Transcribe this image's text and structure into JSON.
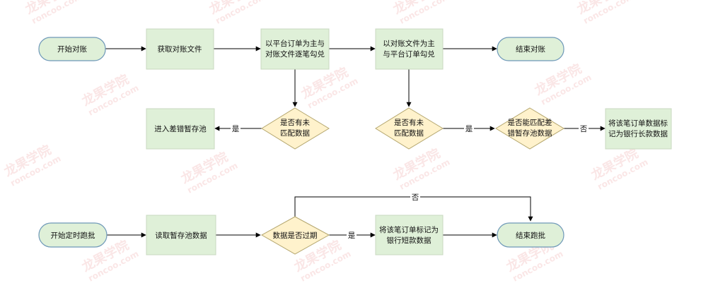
{
  "colors": {
    "terminal_fill": "#dff0d8",
    "terminal_stroke": "#6e98b8",
    "process_fill": "#dff0d8",
    "process_stroke": "#c8d8c0",
    "decision_fill": "#fff2cc",
    "decision_stroke": "#b4a66e",
    "edge": "#000000",
    "watermark": "#f3b9b9"
  },
  "nodes": {
    "start_reconcile": "开始对账",
    "get_file": "获取对账文件",
    "platform_main_1": "以平台订单为主与",
    "platform_main_2": "对账文件逐笔勾兑",
    "file_main_1": "以对账文件为主",
    "file_main_2": "与平台订单勾兑",
    "end_reconcile": "结束对账",
    "enter_pool": "进入差错暂存池",
    "dec_unmatched_a_1": "是否有未",
    "dec_unmatched_a_2": "匹配数据",
    "dec_unmatched_b_1": "是否有未",
    "dec_unmatched_b_2": "匹配数据",
    "dec_pool_match_1": "是否能匹配差",
    "dec_pool_match_2": "错暂存池数据",
    "mark_long_1": "将该笔订单数据标",
    "mark_long_2": "记为银行长款数据",
    "start_batch": "开始定时跑批",
    "read_pool": "读取暂存池数据",
    "dec_expired": "数据是否过期",
    "mark_short_1": "将该笔订单标记为",
    "mark_short_2": "银行短款数据",
    "end_batch": "结束跑批"
  },
  "edge_labels": {
    "yes_to_pool": "是",
    "yes_to_pool_match": "是",
    "no_to_mark_long": "否",
    "no_to_end_batch": "否",
    "yes_to_mark_short": "是"
  },
  "watermark": {
    "brand": "龙果学院",
    "domain": "roncoo.com"
  }
}
